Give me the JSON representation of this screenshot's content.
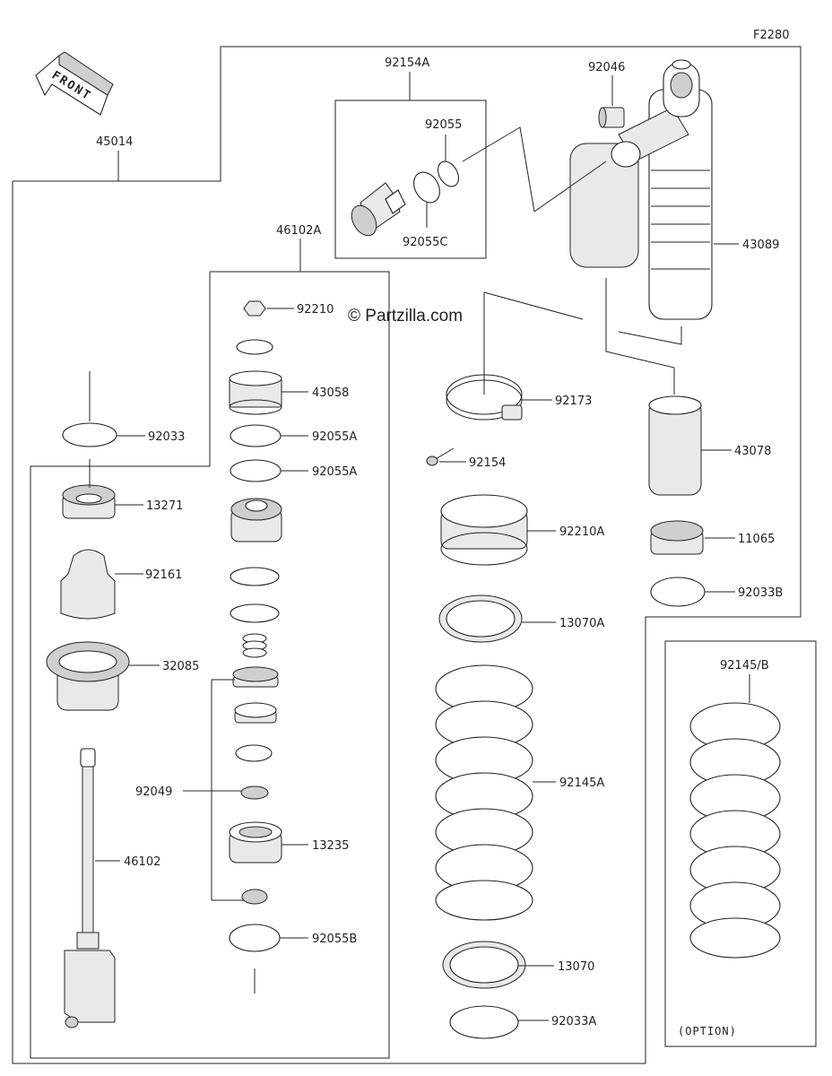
{
  "diagram_code": "F2280",
  "watermark": "© Partzilla.com",
  "front_label": "FRONT",
  "option_label": "(OPTION)",
  "parts": [
    "45014",
    "92154A",
    "92055",
    "92055C",
    "92046",
    "43089",
    "46102A",
    "92210",
    "43058",
    "92055A",
    "92055A",
    "92033",
    "13271",
    "92161",
    "32085",
    "92049",
    "13235",
    "46102",
    "92055B",
    "92173",
    "92154",
    "92210A",
    "13070A",
    "92145A",
    "13070",
    "92033A",
    "43078",
    "11065",
    "92033B",
    "92145/B"
  ]
}
